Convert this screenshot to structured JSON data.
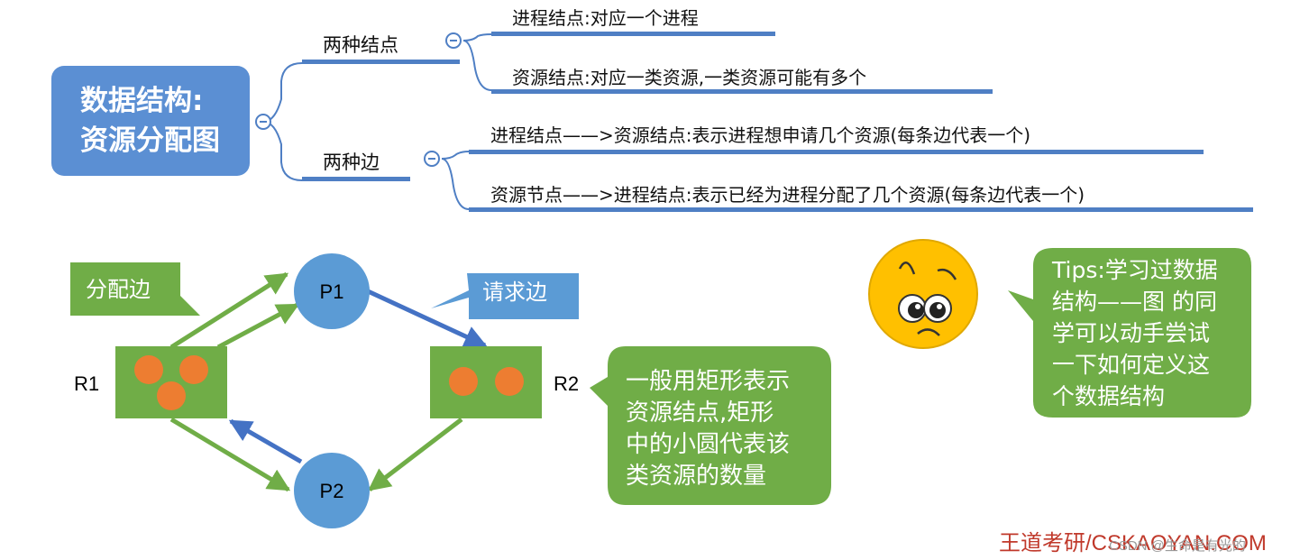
{
  "mindmap": {
    "root": {
      "line1": "数据结构:",
      "line2": "资源分配图"
    },
    "branch_nodes": {
      "label": "两种结点"
    },
    "branch_edges": {
      "label": "两种边"
    },
    "leaf_process_node": "进程结点:对应一个进程",
    "leaf_resource_node": "资源结点:对应一类资源,一类资源可能有多个",
    "leaf_request_edge": "进程结点——>资源结点:表示进程想申请几个资源(每条边代表一个)",
    "leaf_assign_edge": "资源节点——>进程结点:表示已经为进程分配了几个资源(每条边代表一个)"
  },
  "graph": {
    "p1": "P1",
    "p2": "P2",
    "r1": "R1",
    "r2": "R2",
    "callout_assign": "分配边",
    "callout_request": "请求边",
    "callout_rect": [
      "一般用矩形表示",
      "资源结点,矩形",
      "中的小圆代表该",
      "类资源的数量"
    ],
    "r1_units": 3,
    "r2_units": 2
  },
  "tips": {
    "lines": [
      "Tips:学习过数据",
      "结构——图 的同",
      "学可以动手尝试",
      "一下如何定义这",
      "个数据结构"
    ]
  },
  "footer": {
    "brand": "王道考研/CSKAOYAN.COM",
    "watermark": "CSDN @生命是有光的"
  },
  "colors": {
    "accent_blue": "#5b8fd3",
    "node_blue": "#5b9bd5",
    "green": "#70ad47",
    "orange": "#ed7d31",
    "arrow_blue": "#4472c4",
    "face_yellow": "#ffc000"
  }
}
